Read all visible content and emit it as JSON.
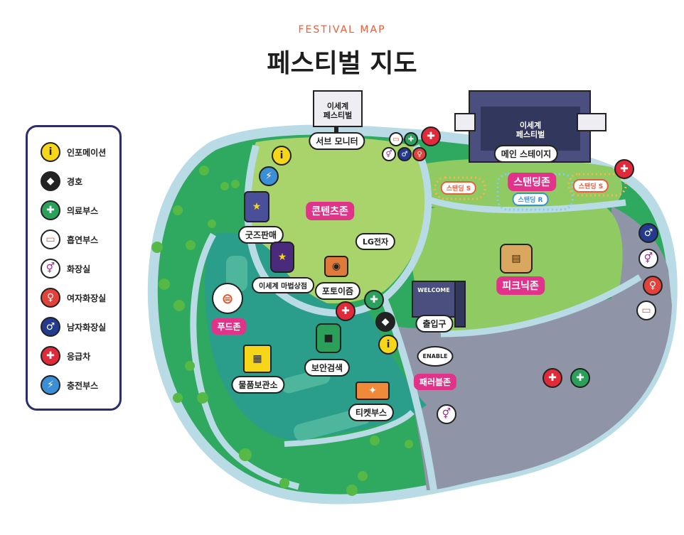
{
  "header": {
    "subtitle": "FESTIVAL MAP",
    "title": "페스티벌 지도",
    "accent_color": "#e85d3a"
  },
  "legend": [
    {
      "icon": "info-icon",
      "label": "인포메이션",
      "color": "#f7d61a",
      "glyph": "i",
      "glyph_color": "#222"
    },
    {
      "icon": "security-shield-icon",
      "label": "경호",
      "color": "#222222",
      "glyph": "◆",
      "glyph_color": "#fff"
    },
    {
      "icon": "medical-cross-icon",
      "label": "의료부스",
      "color": "#2aa05a",
      "glyph": "✚",
      "glyph_color": "#fff"
    },
    {
      "icon": "smoking-icon",
      "label": "흡연부스",
      "color": "#ffffff",
      "glyph": "▭",
      "glyph_color": "#e2552b"
    },
    {
      "icon": "restroom-icon",
      "label": "화장실",
      "color": "#ffffff",
      "glyph": "⚥",
      "glyph_color": "#9b2a8e"
    },
    {
      "icon": "women-restroom-icon",
      "label": "여자화장실",
      "color": "#e2423a",
      "glyph": "♀",
      "glyph_color": "#fff"
    },
    {
      "icon": "men-restroom-icon",
      "label": "남자화장실",
      "color": "#233a8e",
      "glyph": "♂",
      "glyph_color": "#fff"
    },
    {
      "icon": "ambulance-icon",
      "label": "응급차",
      "color": "#e02a3a",
      "glyph": "✚",
      "glyph_color": "#fff"
    },
    {
      "icon": "charging-icon",
      "label": "충전부스",
      "color": "#3a8fd6",
      "glyph": "⚡",
      "glyph_color": "#fff"
    }
  ],
  "signboards": {
    "sub_monitor_screen": "이세계\n페스티벌",
    "main_stage_screen": "이세계\n페스티벌",
    "welcome": "WELCOME"
  },
  "labels": {
    "sub_monitor": "서브 모니터",
    "main_stage": "메인 스테이지",
    "goods": "굿즈판매",
    "magic_shop": "이세계 마법상점",
    "photo_zone": "포토이즘",
    "security_check": "보안검색",
    "storage": "물품보관소",
    "ticket_booth": "티켓부스",
    "entrance": "출입구",
    "lg": "LG전자",
    "enable": "ENABLE"
  },
  "zones": {
    "contents": "콘텐츠존",
    "standing": "스탠딩존",
    "standing_s_left": "스탠딩 S",
    "standing_r": "스탠딩 R",
    "standing_s_right": "스탠딩 S",
    "picnic": "피크닉존",
    "food": "푸드존",
    "partner": "패러블존"
  }
}
